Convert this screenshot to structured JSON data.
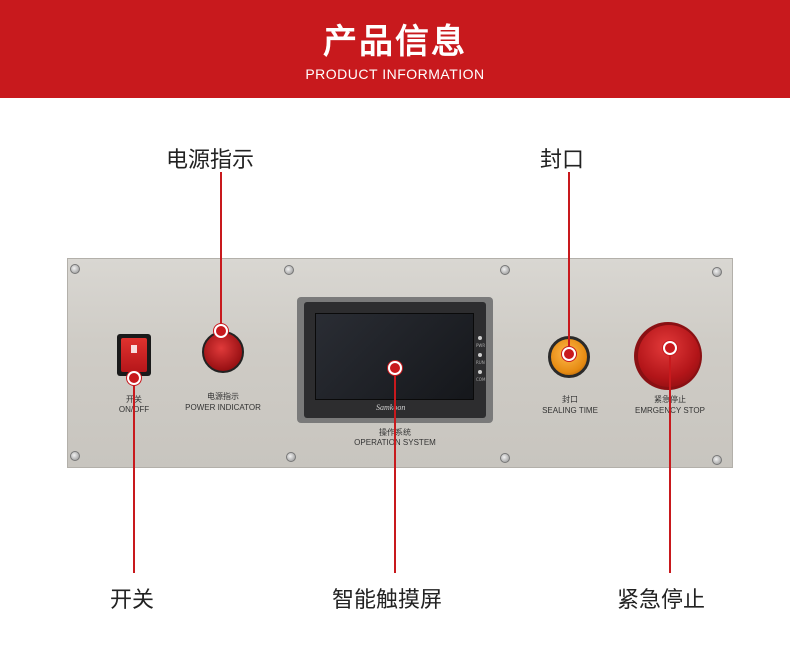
{
  "banner": {
    "title": "产品信息",
    "subtitle": "PRODUCT INFORMATION"
  },
  "callouts": {
    "power_indicator": "电源指示",
    "sealing": "封口",
    "switch": "开关",
    "touchscreen": "智能触摸屏",
    "emergency_stop": "紧急停止"
  },
  "panel_labels": {
    "switch_cn": "开关",
    "switch_en": "ON/OFF",
    "power_cn": "电源指示",
    "power_en": "POWER INDICATOR",
    "hmi_cn": "操作系统",
    "hmi_en": "OPERATION SYSTEM",
    "hmi_brand": "Samkoon",
    "seal_cn": "封口",
    "seal_en": "SEALING TIME",
    "estop_cn": "紧急停止",
    "estop_en": "EMRGENCY STOP"
  },
  "hmi_leds": [
    "PWR",
    "RUN",
    "COM"
  ],
  "colors": {
    "banner": "#c8191d",
    "callout_line": "#c8191d",
    "panel": "#d2cfc9"
  }
}
